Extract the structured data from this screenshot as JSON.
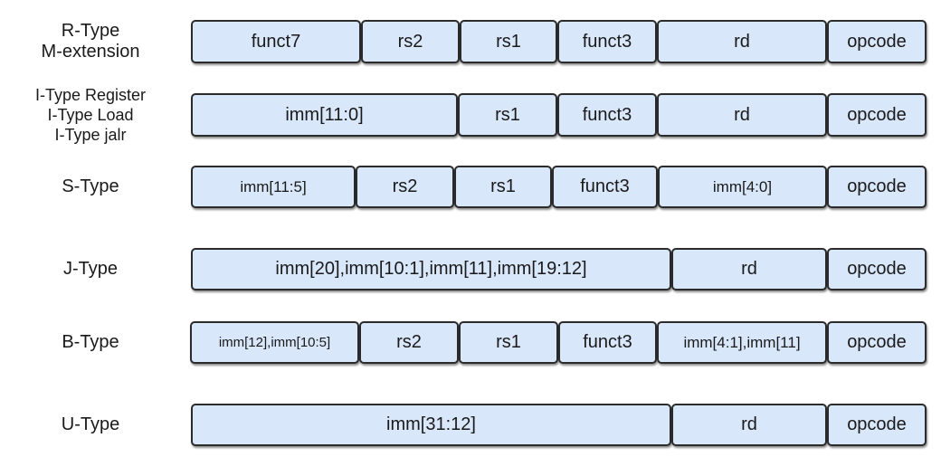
{
  "rows": [
    {
      "labels": [
        "R-Type",
        "M-extension"
      ],
      "fields": [
        "funct7",
        "rs2",
        "rs1",
        "funct3",
        "rd",
        "opcode"
      ]
    },
    {
      "labels": [
        "I-Type Register",
        "I-Type Load",
        "I-Type jalr"
      ],
      "fields": [
        "imm[11:0]",
        "rs1",
        "funct3",
        "rd",
        "opcode"
      ]
    },
    {
      "labels": [
        "S-Type"
      ],
      "fields": [
        "imm[11:5]",
        "rs2",
        "rs1",
        "funct3",
        "imm[4:0]",
        "opcode"
      ]
    },
    {
      "labels": [
        "J-Type"
      ],
      "fields": [
        "imm[20],imm[10:1],imm[11],imm[19:12]",
        "rd",
        "opcode"
      ]
    },
    {
      "labels": [
        "B-Type"
      ],
      "fields": [
        "imm[12],imm[10:5]",
        "rs2",
        "rs1",
        "funct3",
        "imm[4:1],imm[11]",
        "opcode"
      ]
    },
    {
      "labels": [
        "U-Type"
      ],
      "fields": [
        "imm[31:12]",
        "rd",
        "opcode"
      ]
    }
  ]
}
